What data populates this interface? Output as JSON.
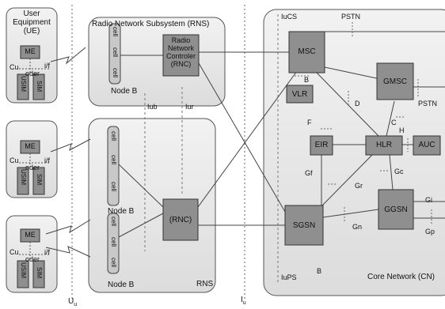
{
  "ue": {
    "title_line1": "User",
    "title_line2": "Equipment",
    "title_line3": "(UE)",
    "me": "ME",
    "cu": "Cu",
    "coder": "oder",
    "if": "i/f",
    "usim": "USIM",
    "sim": "SIM"
  },
  "rns": {
    "title": "Radio Network Subsystem (RNS)",
    "rnc_line1": "Radio",
    "rnc_line2": "Network",
    "rnc_line3": "Controler",
    "rnc_line4": "(RNC)",
    "rnc_short": "(RNC)",
    "node_b": "Node B",
    "cell": "cell",
    "label": "RNS"
  },
  "interfaces": {
    "iub": "Iub",
    "iur": "Iur",
    "uu": "U",
    "uu_sub": "u",
    "iu": "I",
    "iu_sub": "u",
    "iucs": "IuCS",
    "iups": "IuPS",
    "b1": "B",
    "b2": "B",
    "c": "C",
    "d": "D",
    "f": "F",
    "h": "H",
    "gf": "Gf",
    "gr": "Gr",
    "gc": "Gc",
    "gn": "Gn",
    "gi": "Gi",
    "gp": "Gp"
  },
  "core": {
    "msc": "MSC",
    "gmsc": "GMSC",
    "vlr": "VLR",
    "eir": "EIR",
    "hlr": "HLR",
    "auc": "AUC",
    "sgsn": "SGSN",
    "ggsn": "GGSN",
    "pstn1": "PSTN",
    "pstn2": "PSTN",
    "label": "Core Network (CN)"
  }
}
